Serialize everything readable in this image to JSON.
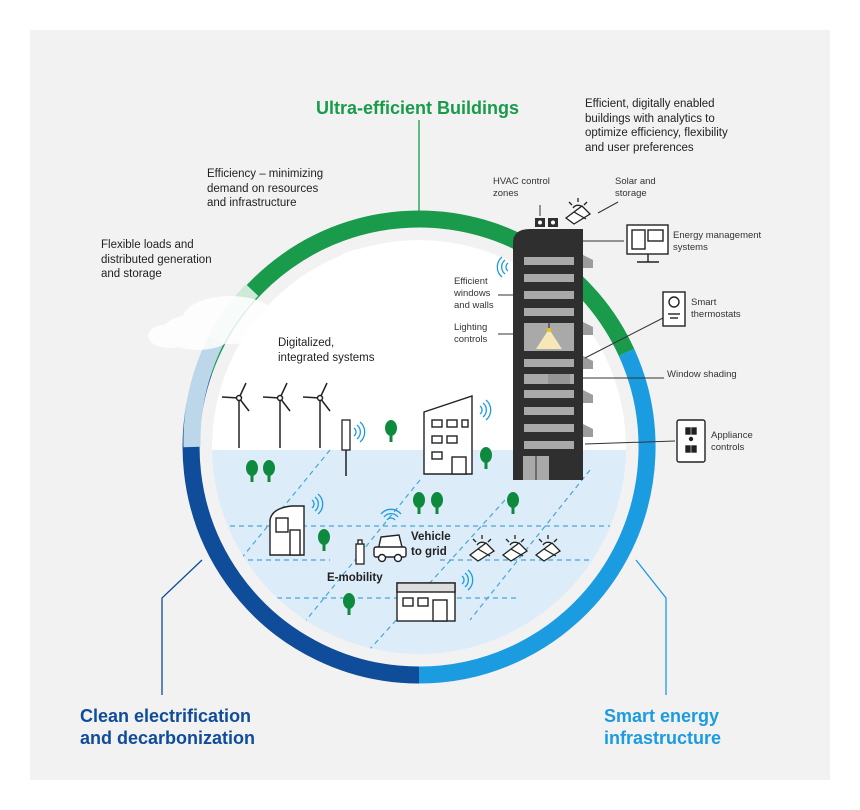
{
  "ring": {
    "top_title": "Ultra-efficient Buildings",
    "left_title_line1": "Clean electrification",
    "left_title_line2": "and decarbonization",
    "right_title_line1": "Smart energy",
    "right_title_line2": "infrastructure",
    "colors": {
      "green": "#1a9a4b",
      "navy": "#0f4c9a",
      "blue": "#1b9be0"
    }
  },
  "notes": {
    "top_right": [
      "Efficient, digitally enabled",
      "buildings with analytics to",
      "optimize efficiency, flexibility",
      "and user preferences"
    ],
    "efficiency": [
      "Efficiency – minimizing",
      "demand on resources",
      "and infrastructure"
    ],
    "flexible": [
      "Flexible loads and",
      "distributed generation",
      "and storage"
    ],
    "digitalized": [
      "Digitalized,",
      "integrated systems"
    ],
    "vehicle_to_grid": [
      "Vehicle",
      "to grid"
    ],
    "e_mobility": "E-mobility"
  },
  "building_labels": {
    "hvac": [
      "HVAC control",
      "zones"
    ],
    "solar": [
      "Solar and",
      "storage"
    ],
    "energy_mgmt": [
      "Energy management",
      "systems"
    ],
    "windows": [
      "Efficient",
      "windows",
      "and walls"
    ],
    "lighting": [
      "Lighting",
      "controls"
    ],
    "thermostats": [
      "Smart",
      "thermostats"
    ],
    "shading": "Window shading",
    "appliance": [
      "Appliance",
      "controls"
    ]
  },
  "icons": [
    "wind-turbine-icon",
    "tree-icon",
    "house-icon",
    "office-building-icon",
    "solar-panel-icon",
    "ev-car-icon",
    "charger-icon",
    "thermostat-icon",
    "monitor-icon",
    "outlet-icon",
    "wifi-signal-icon",
    "cloud-icon"
  ]
}
